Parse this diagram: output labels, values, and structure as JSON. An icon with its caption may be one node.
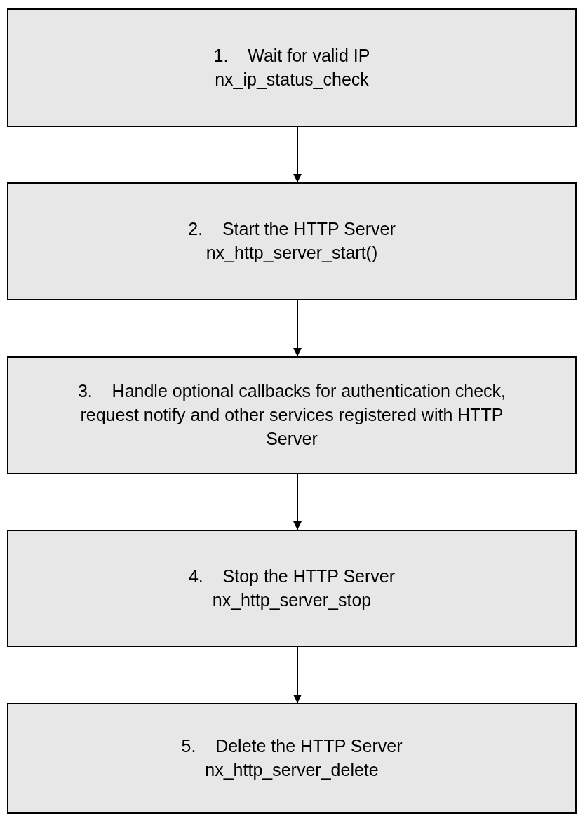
{
  "diagram": {
    "nodes": [
      {
        "text": [
          "1.    Wait for valid IP",
          "nx_ip_status_check"
        ]
      },
      {
        "text": [
          "2.    Start the HTTP Server",
          "nx_http_server_start()"
        ]
      },
      {
        "text": [
          "3.    Handle optional callbacks for authentication check, request notify and other services registered with HTTP Server"
        ]
      },
      {
        "text": [
          "4.    Stop the HTTP Server",
          "nx_http_server_stop"
        ]
      },
      {
        "text": [
          "5.    Delete the HTTP Server",
          "nx_http_server_delete"
        ]
      }
    ],
    "edges": [
      {
        "from": 0,
        "to": 1,
        "arrow": "to"
      },
      {
        "from": 1,
        "to": 2,
        "arrow": "to"
      },
      {
        "from": 2,
        "to": 3,
        "arrow": "to"
      },
      {
        "from": 3,
        "to": 4,
        "arrow": "to"
      }
    ]
  }
}
